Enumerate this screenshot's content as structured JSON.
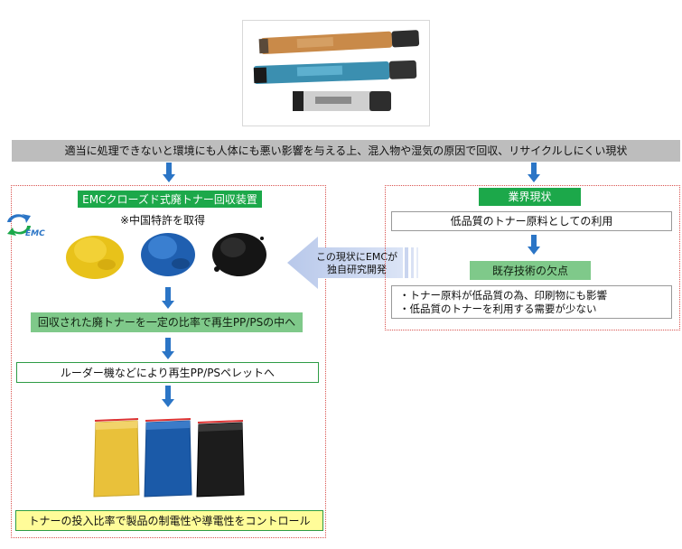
{
  "top_banner": {
    "text": "適当に処理できないと環境にも人体にも悪い影響を与える上、混入物や湿気の原因で回収、リサイクルしにくい現状"
  },
  "left_panel": {
    "title": "EMCクローズド式廃トナー回収装置",
    "patent_note": "※中国特許を取得",
    "logo_text": "EMC",
    "step1": "回収された廃トナーを一定の比率で再生PP/PSの中へ",
    "step2": "ルーダー機などにより再生PP/PSペレットへ",
    "final": "トナーの投入比率で製品の制電性や導電性をコントロール"
  },
  "middle_arrow": {
    "line1": "この現状にEMCが",
    "line2": "独自研究開発"
  },
  "right_panel": {
    "title": "業界現状",
    "status": "低品質のトナー原料としての利用",
    "defect_title": "既存技術の欠点",
    "defect_items": [
      "・トナー原料が低品質の為、印刷物にも影響",
      "・低品質のトナーを利用する需要が少ない"
    ]
  },
  "colors": {
    "green": "#1ca84a",
    "light_green": "#7fc98a",
    "arrow_blue": "#2b75c6",
    "dotted_red": "#d9534f",
    "yellow": "#fffc99",
    "gray": "#bdbdbd"
  }
}
